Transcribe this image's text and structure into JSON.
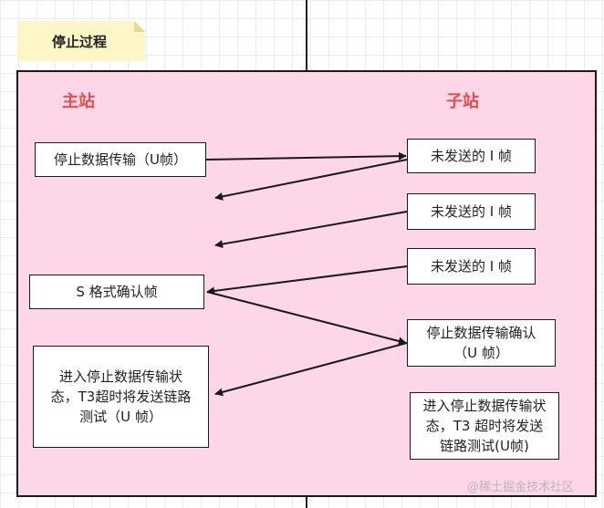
{
  "note": {
    "title": "停止过程"
  },
  "roles": {
    "master": "主站",
    "slave": "子站"
  },
  "master": {
    "stop_request": "停止数据传输（U帧）",
    "s_frame": "S 格式确认帧",
    "state": "进入停止数据传输状态，T3超时将发送链路测试（U 帧）"
  },
  "slave": {
    "unsent_1": "未发送的 I 帧",
    "unsent_2": "未发送的 I 帧",
    "unsent_3": "未发送的 I 帧",
    "stop_confirm": "停止数据传输确认（U 帧）",
    "state": "进入停止数据传输状态，T3 超时将发送链路测试(U帧)"
  },
  "watermark": "@稀土掘金技术社区",
  "colors": {
    "panel": "#fdd6e8",
    "note": "#fff6c7",
    "role_label": "#ea4b4b",
    "line": "#1a1a1a"
  }
}
